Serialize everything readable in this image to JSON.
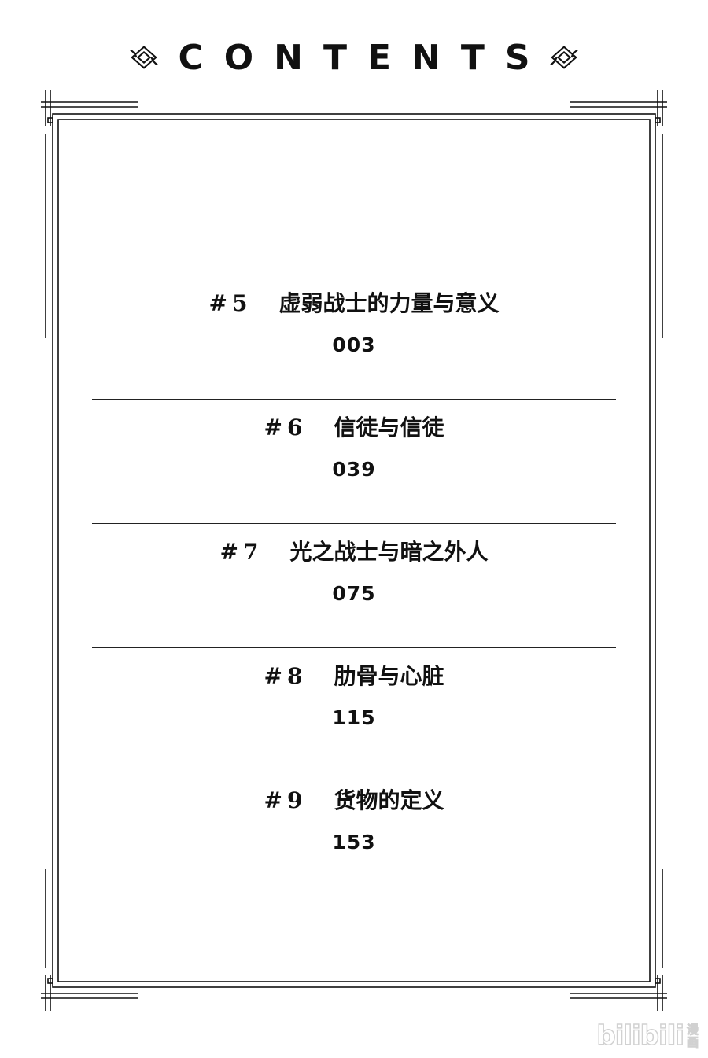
{
  "header": {
    "title": "CONTENTS"
  },
  "toc": [
    {
      "number": "#5",
      "title": "虚弱战士的力量与意义",
      "page": "003"
    },
    {
      "number": "#6",
      "title": "信徒与信徒",
      "page": "039"
    },
    {
      "number": "#7",
      "title": "光之战士与暗之外人",
      "page": "075"
    },
    {
      "number": "#8",
      "title": "肋骨与心脏",
      "page": "115"
    },
    {
      "number": "#9",
      "title": "货物的定义",
      "page": "153"
    }
  ],
  "watermark": {
    "brand": "bilibili",
    "sub_top": "漫",
    "sub_bottom": "画"
  },
  "colors": {
    "ink": "#111111",
    "background": "#ffffff",
    "watermark": "#9a9a9a"
  }
}
